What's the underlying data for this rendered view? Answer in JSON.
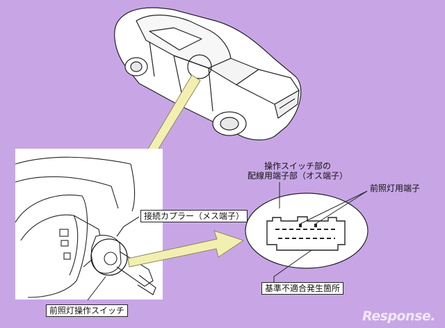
{
  "labels": {
    "coupler": "接続カプラー（メス端子）",
    "switch_terminal_line1": "操作スイッチ部の",
    "switch_terminal_line2": "配線用端子部（オス端子）",
    "headlight_terminal": "前照灯用端子",
    "noncompliance": "基準不適合発生箇所",
    "headlight_switch": "前照灯操作スイッチ"
  },
  "watermark": "Response.",
  "colors": {
    "background": "#c8a6e6",
    "arrow_fill": "#f3efb0",
    "arrow_stroke": "#8a8660",
    "panel": "#ffffff",
    "line": "#222222"
  }
}
